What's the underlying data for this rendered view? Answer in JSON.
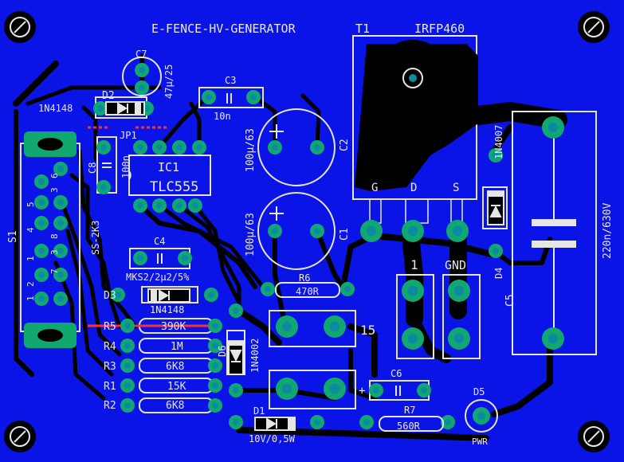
{
  "board": {
    "title": "E-FENCE-HV-GENERATOR",
    "colors": {
      "board": "#0a14e6",
      "copper": "#000000",
      "pad": "#10a86e",
      "hole": "#0c8aa2",
      "silk": "#e6e6e6",
      "marker": "#ff3030"
    }
  },
  "labels": {
    "t1": "T1",
    "irfp": "IRFP460",
    "c7": "C7",
    "c7_val": "47μ/25",
    "c3": "C3",
    "c3_val": "10n",
    "d2": "D2",
    "d2_part": "1N4148",
    "jp1": "JP1",
    "c8": "C8",
    "c8_val": "100n",
    "ic1": "IC1",
    "ic1_part": "TLC555",
    "c2": "C2",
    "c2_val": "100μ/63",
    "c1": "C1",
    "c1_val": "100μ/63",
    "gate": "G",
    "drain": "D",
    "source": "S",
    "d4": "D4",
    "d4_part": "1N4007",
    "c5": "C5",
    "c5_val": "220n/630V",
    "s1": "S1",
    "s1_part": "SS-2K3",
    "c4": "C4",
    "c4_val": "MKS2/2μ2/5%",
    "r6": "R6",
    "r6_val": "470R",
    "term_1": "1",
    "term_gnd": "GND",
    "d3": "D3",
    "d3_part": "1N4148",
    "r5": "R5",
    "r4": "R4",
    "r3": "R3",
    "r1": "R1",
    "r2": "R2",
    "r5_val": "390K",
    "r4_val": "1M",
    "r3_val": "6K8",
    "r1_val": "15K",
    "r2_val": "6K8",
    "d6": "D6",
    "d6_part": "1N4002",
    "tr_15": "15",
    "c6": "C6",
    "d1": "D1",
    "d1_val": "10V/0,5W",
    "r7": "R7",
    "r7_val": "560R",
    "d5": "D5",
    "pwr": "PWR",
    "plus": "+",
    "sw_pins": [
      "6",
      "5",
      "3",
      "4",
      "8",
      "1",
      "3",
      "2",
      "7",
      "1"
    ]
  }
}
